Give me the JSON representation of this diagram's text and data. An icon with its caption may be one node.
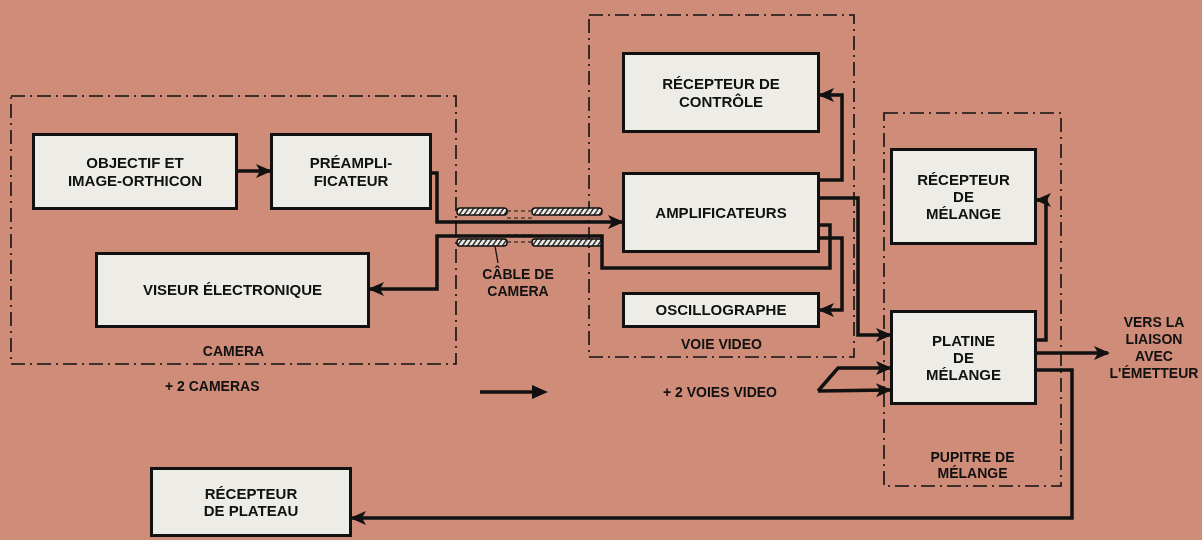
{
  "diagram": {
    "nodes": [
      {
        "text": [
          "CAMERA"
        ]
      },
      {
        "text": [
          "OBJECTIF ET IMAGE-ORTHICON"
        ],
        "in": 0
      },
      {
        "text": [
          "PRÉAMPLI- FICATEUR"
        ],
        "in": 0
      },
      {
        "text": [
          "VISEUR ÉLECTRONIQUE"
        ],
        "in": 0
      },
      {
        "text": [
          "VOIE VIDEO"
        ]
      },
      {
        "text": [
          "RÉCEPTEUR DE CONTRÔLE"
        ],
        "in": 4
      },
      {
        "text": [
          "AMPLIFICATEURS"
        ],
        "in": 4
      },
      {
        "text": [
          "OSCILLOGRAPHE"
        ],
        "in": 4
      },
      {
        "text": [
          "PUPITRE DE MÉLANGE"
        ]
      },
      {
        "text": [
          "RÉCEPTEUR DE MÉLANGE"
        ],
        "in": 8
      },
      {
        "text": [
          "PLATINE DE MÉLANGE"
        ],
        "in": 8
      },
      {
        "text": [
          "VERS LA LIAISON AVEC L'ÉMETTEUR"
        ]
      },
      {
        "text": [
          "+ 2 VOIES VIDEO"
        ]
      },
      {
        "text": [
          "RÉCEPTEUR DE PLATEAU"
        ]
      },
      {
        "text": [
          "CÂBLE DE CAMERA"
        ]
      }
    ],
    "edges": [
      {
        "from": 1,
        "to": 2,
        "arrow": "to"
      },
      {
        "from": 2,
        "to": 6,
        "arrow": "to"
      },
      {
        "from": 6,
        "to": 3,
        "arrow": "to"
      },
      {
        "from": 6,
        "to": 5,
        "arrow": "to"
      },
      {
        "from": 6,
        "to": 7,
        "arrow": "to"
      },
      {
        "from": 6,
        "to": 10,
        "arrow": "to"
      },
      {
        "from": 12,
        "to": 10,
        "arrow": "to"
      },
      {
        "from": 12,
        "to": 10,
        "arrow": "to"
      },
      {
        "from": 10,
        "to": 11,
        "arrow": "to"
      },
      {
        "from": 10,
        "to": 13,
        "arrow": "to"
      },
      {
        "from": 10,
        "to": 9,
        "arrow": "to"
      },
      {
        "from": 14,
        "to": null,
        "arrow": "none"
      }
    ],
    "labels": [
      "+ 2 CAMERAS"
    ]
  }
}
